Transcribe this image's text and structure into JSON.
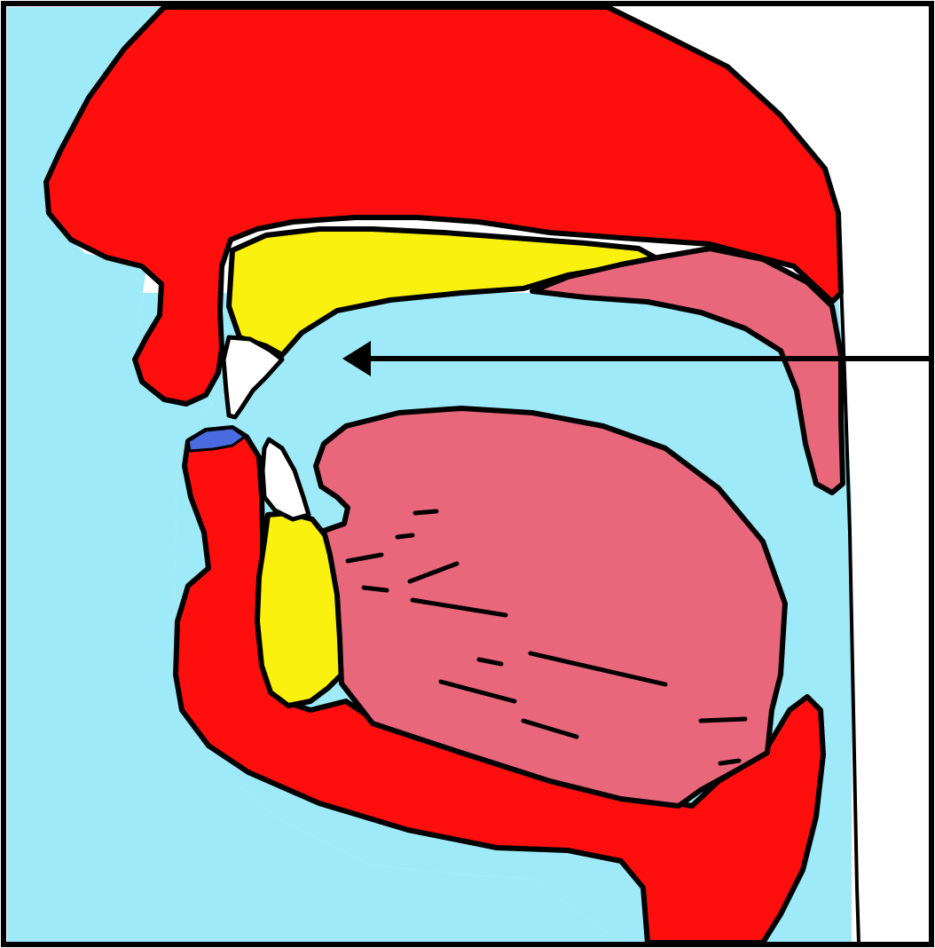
{
  "colors": {
    "air": "#9eeaf9",
    "flesh": "#ff0e0e",
    "bone": "#fbf10e",
    "tongue": "#e8677b",
    "tooth": "#ffffff",
    "lip_contact": "#4a6be0",
    "outline": "#000000",
    "background": "#ffffff"
  },
  "parts": [
    "nose-and-upper-lip",
    "hard-palate",
    "soft-palate",
    "upper-incisors",
    "lower-incisor",
    "lower-lip",
    "lip-contact",
    "jaw-bone",
    "tongue",
    "jaw-and-throat",
    "pharynx-wall"
  ],
  "arrow": {
    "target": "oral-cavity",
    "direction": "left"
  }
}
